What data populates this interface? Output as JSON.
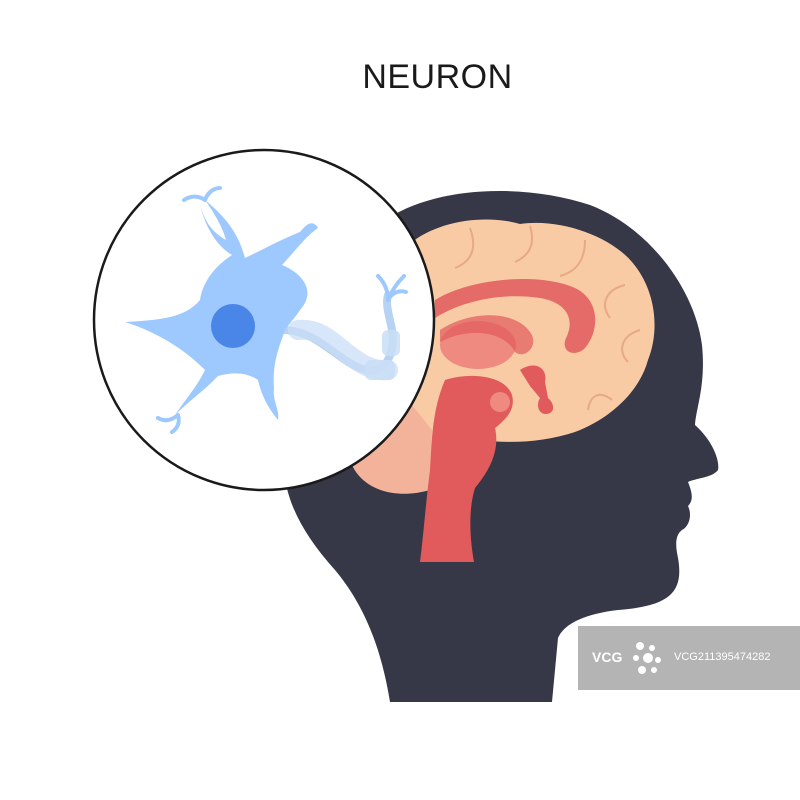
{
  "title": "NEURON",
  "colors": {
    "head": "#363847",
    "cerebrum": "#f8cba5",
    "brainstem": "#e15a5c",
    "thalamus": "#ef8a80",
    "cerebellum": "#f3b39b",
    "neuron": "#9ec9ff",
    "nucleus": "#4a86e8",
    "myelin": "#c9def6",
    "circle_stroke": "#1a1a1a"
  },
  "watermark": {
    "logo": "VCG",
    "id": "VCG211395474282"
  }
}
